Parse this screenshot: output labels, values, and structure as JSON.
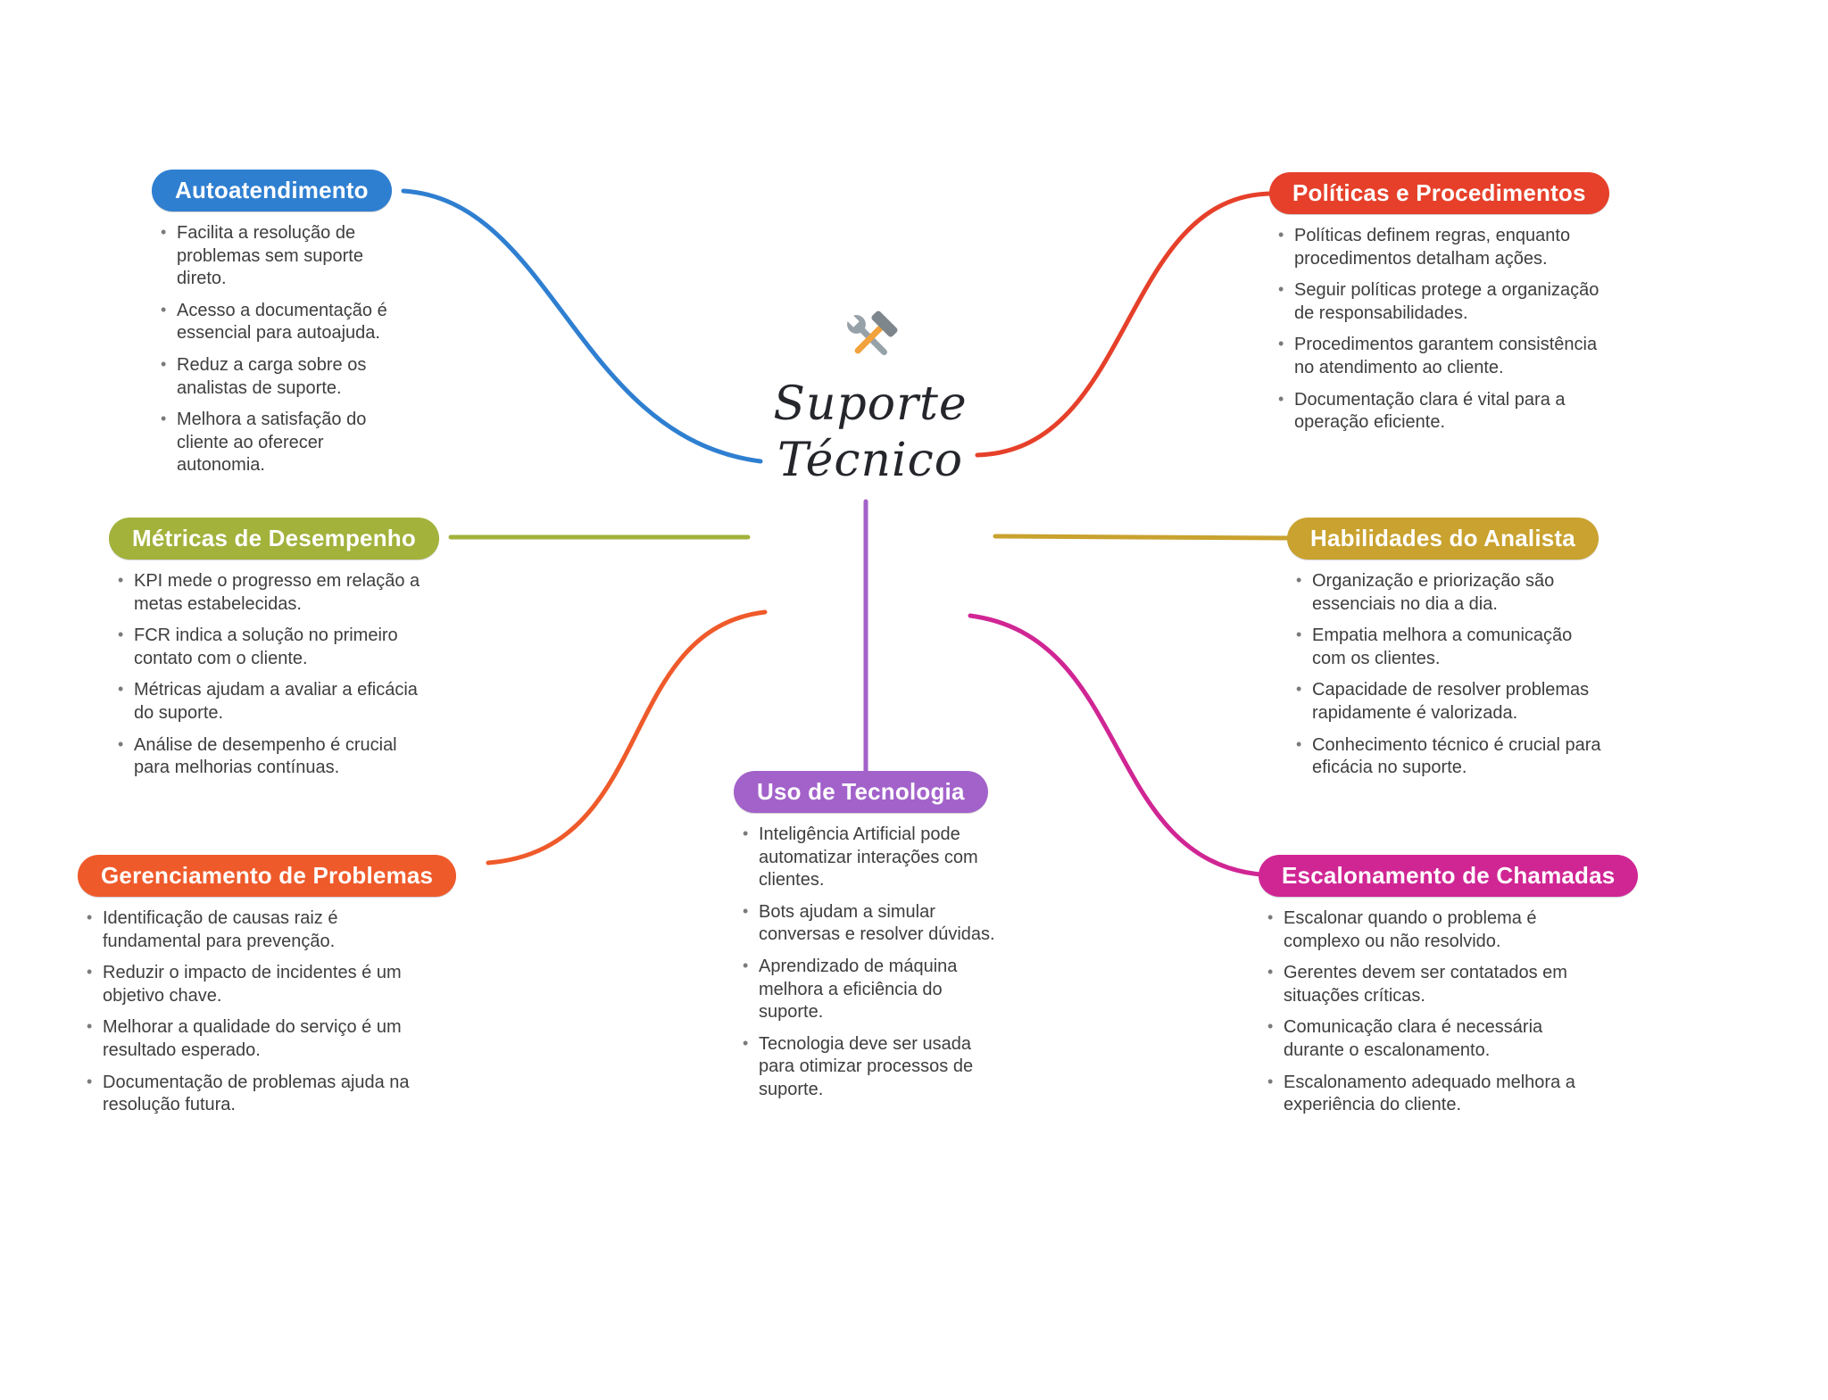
{
  "canvas": {
    "background": "#ffffff"
  },
  "center": {
    "icon": "tools-icon",
    "title_line1": "Suporte",
    "title_line2": "Técnico"
  },
  "branches": [
    {
      "id": "autoatendimento",
      "label": "Autoatendimento",
      "color": "#2f7fd1",
      "items": [
        "Facilita a resolução de problemas sem suporte direto.",
        "Acesso a documentação é essencial para autoajuda.",
        "Reduz a carga sobre os analistas de suporte.",
        "Melhora a satisfação do cliente ao oferecer autonomia."
      ]
    },
    {
      "id": "politicas-e-procedimentos",
      "label": "Políticas e Procedimentos",
      "color": "#e6402a",
      "items": [
        "Políticas definem regras, enquanto procedimentos detalham ações.",
        "Seguir políticas protege a organização de responsabilidades.",
        "Procedimentos garantem consistência no atendimento ao cliente.",
        "Documentação clara é vital para a operação eficiente."
      ]
    },
    {
      "id": "metricas-de-desempenho",
      "label": "Métricas de Desempenho",
      "color": "#a2b23b",
      "items": [
        "KPI mede o progresso em relação a metas estabelecidas.",
        "FCR indica a solução no primeiro contato com o cliente.",
        "Métricas ajudam a avaliar a eficácia do suporte.",
        "Análise de desempenho é crucial para melhorias contínuas."
      ]
    },
    {
      "id": "habilidades-do-analista",
      "label": "Habilidades do Analista",
      "color": "#c9a22f",
      "items": [
        "Organização e priorização são essenciais no dia a dia.",
        "Empatia melhora a comunicação com os clientes.",
        "Capacidade de resolver problemas rapidamente é valorizada.",
        "Conhecimento técnico é crucial para eficácia no suporte."
      ]
    },
    {
      "id": "gerenciamento-de-problemas",
      "label": "Gerenciamento de Problemas",
      "color": "#ef5a2b",
      "items": [
        "Identificação de causas raiz é fundamental para prevenção.",
        "Reduzir o impacto de incidentes é um objetivo chave.",
        "Melhorar a qualidade do serviço é um resultado esperado.",
        "Documentação de problemas ajuda na resolução futura."
      ]
    },
    {
      "id": "uso-de-tecnologia",
      "label": "Uso de Tecnologia",
      "color": "#a262ca",
      "items": [
        "Inteligência Artificial pode automatizar interações com clientes.",
        "Bots ajudam a simular conversas e resolver dúvidas.",
        "Aprendizado de máquina melhora a eficiência do suporte.",
        "Tecnologia deve ser usada para otimizar processos de suporte."
      ]
    },
    {
      "id": "escalonamento-de-chamadas",
      "label": "Escalonamento de Chamadas",
      "color": "#d02694",
      "items": [
        "Escalonar quando o problema é complexo ou não resolvido.",
        "Gerentes devem ser contatados em situações críticas.",
        "Comunicação clara é necessária durante o escalonamento.",
        "Escalonamento adequado melhora a experiência do cliente."
      ]
    }
  ]
}
